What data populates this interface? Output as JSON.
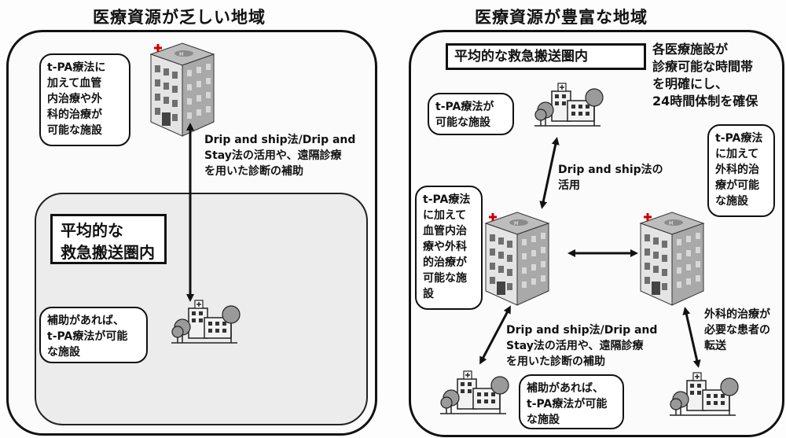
{
  "left": {
    "title": "医療資源が乏しい地域",
    "bubble_advanced": "t-PA療法に\n加えて血管\n内治療や外\n科的治療が\n可能な施設",
    "arrow_note": "Drip and ship法/Drip and\nStay法の活用や、遠隔診療\nを用いた診断の補助",
    "inner_box": "平均的な\n救急搬送圏内",
    "bubble_small": "補助があれば、\nt-PA療法が可能\nな施設"
  },
  "right": {
    "title": "医療資源が豊富な地域",
    "inner_box": "平均的な救急搬送圏内",
    "note_top": "各医療施設が\n診療可能な時間帯\nを明確にし、\n24時間体制を確保",
    "bubble_tpa": "t-PA療法が\n可能な施設",
    "drip_note": "Drip and ship法の\n活用",
    "bubble_left_adv": "t-PA療法\nに加えて\n血管内治\n療や外科\n的治療が\n可能な施\n設",
    "bubble_right_adv": "t-PA療法\nに加えて\n外科的治\n療が可能\nな施設",
    "arrow_note_bottom": "Drip and ship法/Drip and\nStay法の活用や、遠隔診療\nを用いた診断の補助",
    "bubble_small": "補助があれば、\nt-PA療法が可能\nな施設",
    "transfer_note": "外科的治療が\n必要な患者の\n転送"
  },
  "colors": {
    "line": "#111111",
    "inner_fill": "#ececec",
    "building": "#d8d8d8",
    "tree": "#9a9a9a"
  }
}
